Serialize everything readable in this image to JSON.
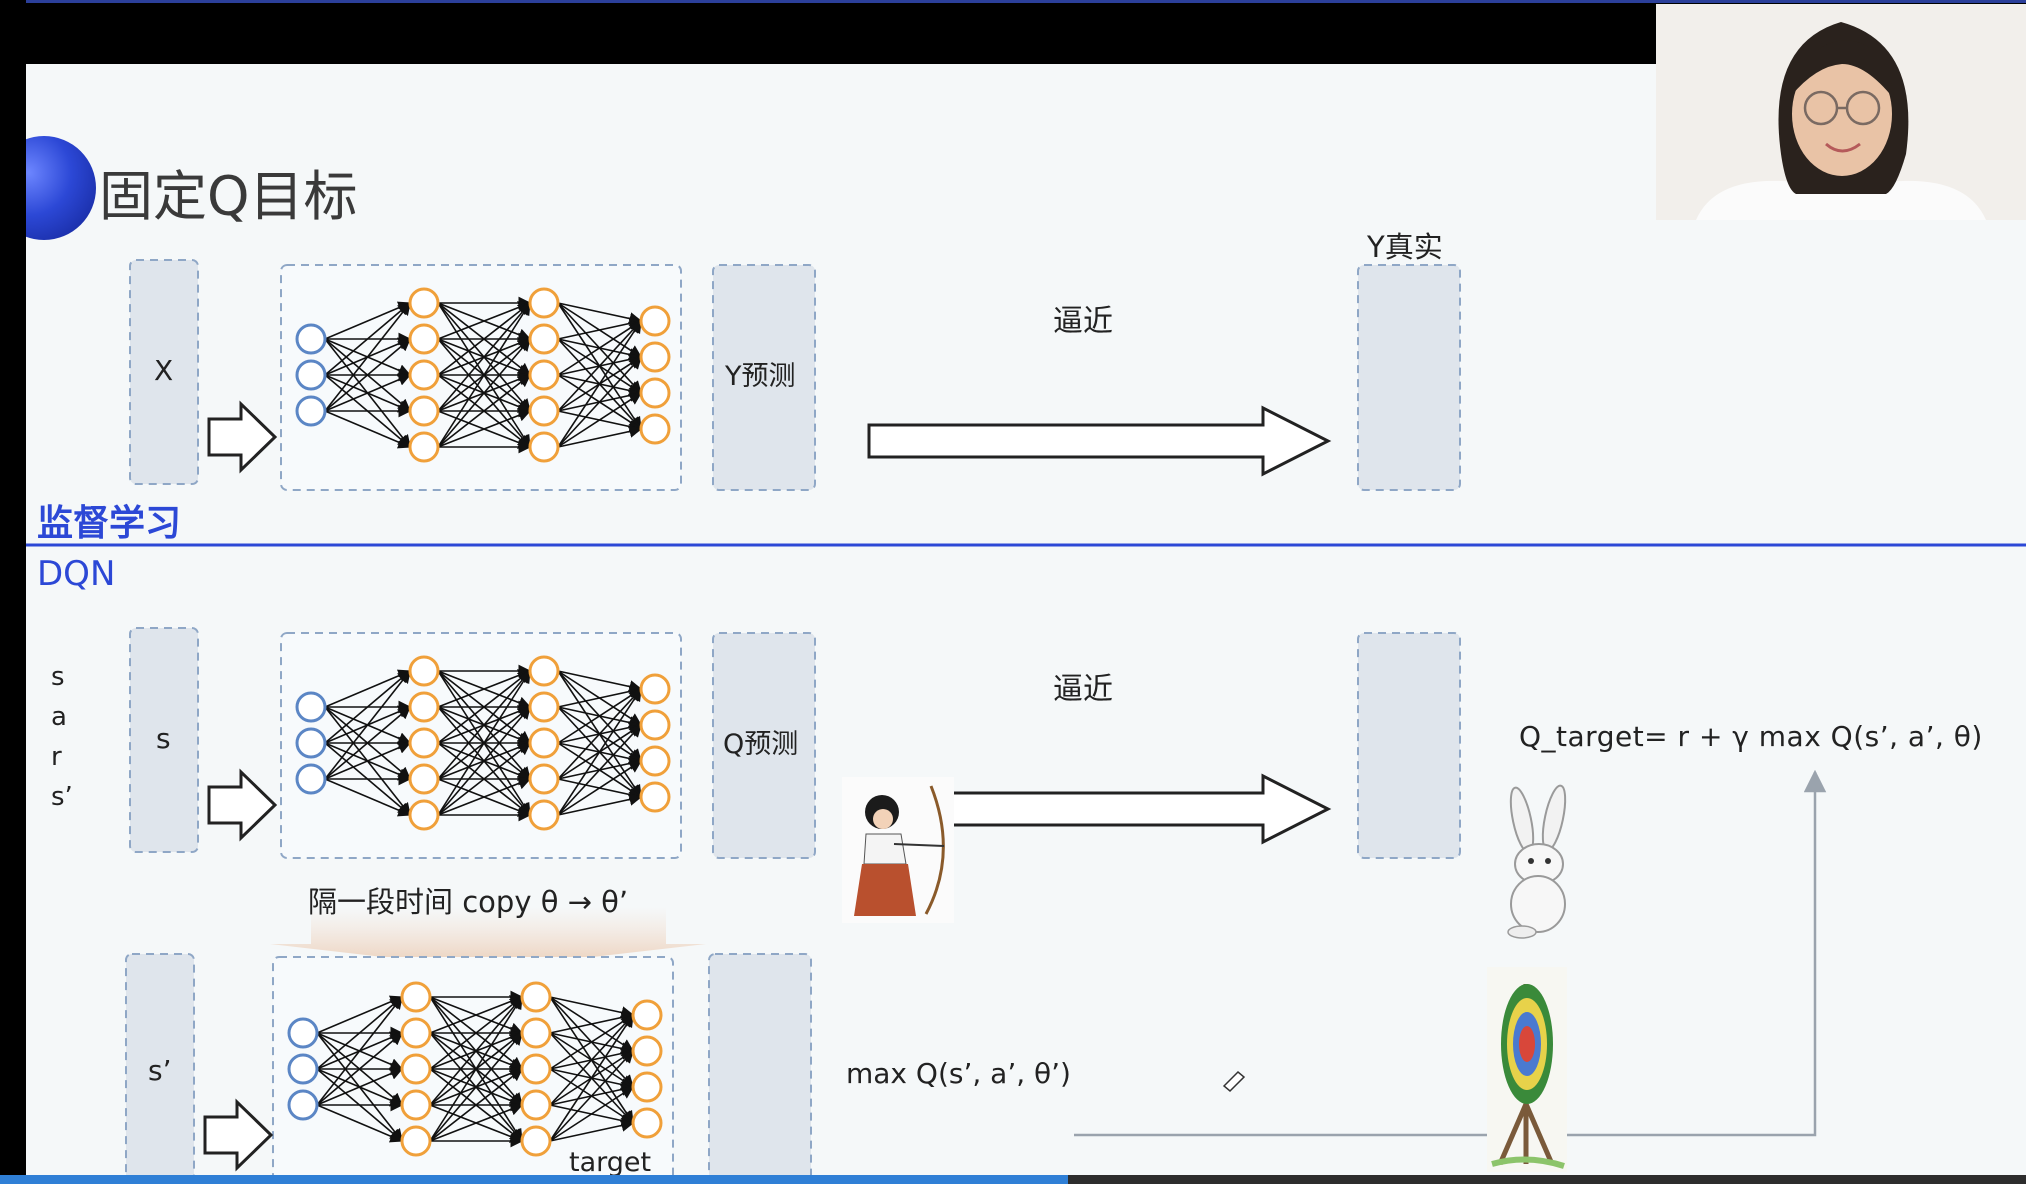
{
  "slide": {
    "title": "固定Q目标",
    "supervised": {
      "section_label": "监督学习",
      "input_label": "X",
      "prediction_label": "Y预测",
      "approach_label": "逼近",
      "truth_label": "Y真实"
    },
    "dqn": {
      "section_label": "DQN",
      "transition": [
        "s",
        "a",
        "r",
        "s’"
      ],
      "state_label": "s",
      "next_state_label": "s’",
      "prediction_label": "Q预测",
      "approach_label": "逼近",
      "copy_note": "隔一段时间 copy θ → θ’",
      "target_net_label": "target",
      "max_q_label": "max Q(s’, a’, θ’)",
      "q_target_formula": "Q_target=  r + γ max Q(s’, a’, θ)"
    }
  },
  "colors": {
    "accent_blue": "#2c48d6",
    "neuron_input": "#5b86c5",
    "neuron_hidden": "#f0a03a",
    "box_fill": "#dfe5ec",
    "box_border": "#8fa7c6",
    "progress": "#2f7fd6"
  },
  "progress": {
    "fraction": 0.527
  }
}
